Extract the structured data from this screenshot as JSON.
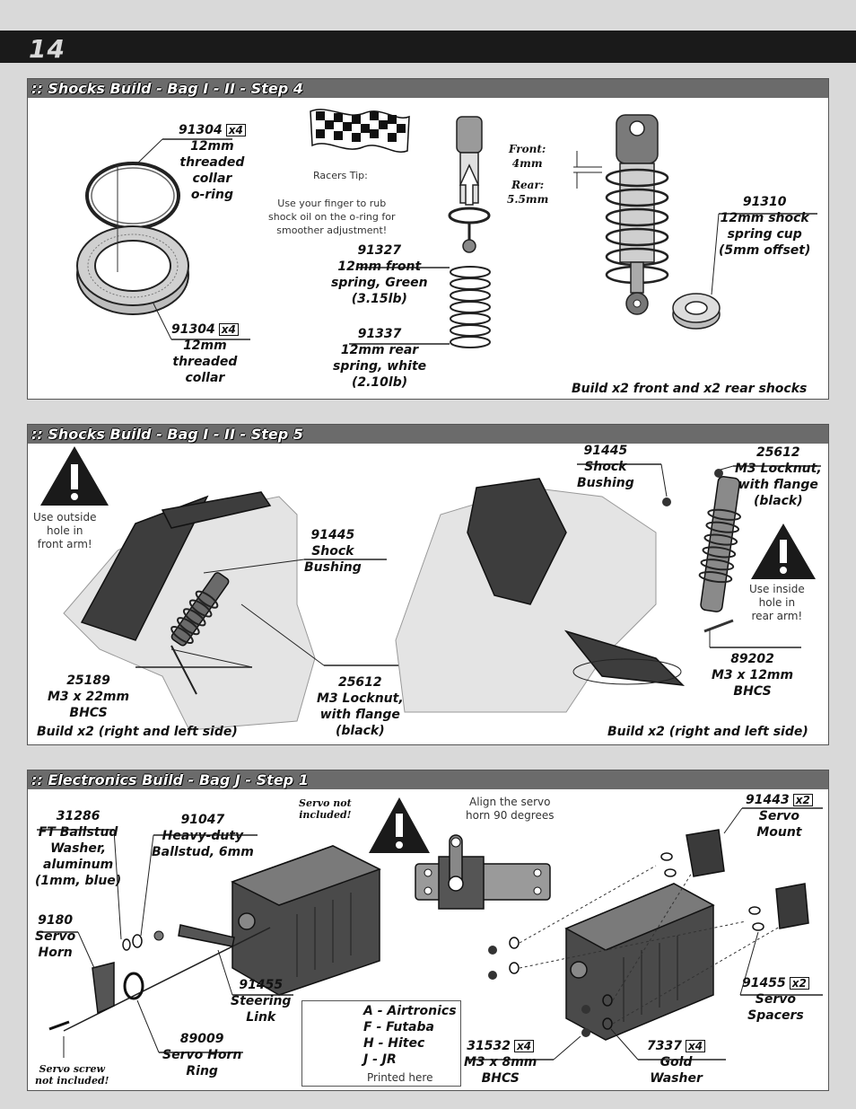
{
  "page": {
    "number": "14"
  },
  "step4": {
    "title": ":: Shocks Build - Bag I - II - Step 4",
    "oring": {
      "num": "91304",
      "qty": "x4",
      "lines": [
        "12mm",
        "threaded",
        "collar",
        "o-ring"
      ]
    },
    "collar": {
      "num": "91304",
      "qty": "x4",
      "lines": [
        "12mm",
        "threaded",
        "collar"
      ]
    },
    "tip": {
      "title": "Racers Tip:",
      "lines": [
        "Use your finger to rub",
        "shock oil on the o-ring for",
        "smoother adjustment!"
      ]
    },
    "front_spring": {
      "num": "91327",
      "lines": [
        "12mm front",
        "spring, Green",
        "(3.15lb)"
      ]
    },
    "rear_spring": {
      "num": "91337",
      "lines": [
        "12mm rear",
        "spring, white",
        "(2.10lb)"
      ]
    },
    "front_gap": {
      "label": "Front:",
      "value": "4mm"
    },
    "rear_gap": {
      "label": "Rear:",
      "value": "5.5mm"
    },
    "spring_cup": {
      "num": "91310",
      "lines": [
        "12mm shock",
        "spring cup",
        "(5mm offset)"
      ]
    },
    "footer": "Build x2 front and x2 rear shocks"
  },
  "step5": {
    "title": ":: Shocks Build - Bag I - II - Step 5",
    "warn_left": [
      "Use outside",
      "hole in",
      "front arm!"
    ],
    "warn_right": [
      "Use inside",
      "hole in",
      "rear arm!"
    ],
    "bushing_left": {
      "num": "91445",
      "lines": [
        "Shock",
        "Bushing"
      ]
    },
    "bushing_right": {
      "num": "91445",
      "lines": [
        "Shock",
        "Bushing"
      ]
    },
    "locknut_right": {
      "num": "25612",
      "lines": [
        "M3 Locknut,",
        "with flange",
        "(black)"
      ]
    },
    "locknut_left": {
      "num": "25612",
      "lines": [
        "M3 Locknut,",
        "with flange",
        "(black)"
      ]
    },
    "bhcs_22": {
      "num": "25189",
      "lines": [
        "M3 x 22mm",
        "BHCS"
      ]
    },
    "bhcs_12": {
      "num": "89202",
      "lines": [
        "M3 x 12mm",
        "BHCS"
      ]
    },
    "footer_left": "Build x2 (right and left side)",
    "footer_right": "Build x2 (right and left side)"
  },
  "elec": {
    "title": ":: Electronics Build - Bag J - Step 1",
    "ballstud_washer": {
      "num": "31286",
      "lines": [
        "FT Ballstud",
        "Washer,",
        "aluminum",
        "(1mm, blue)"
      ]
    },
    "ballstud": {
      "num": "91047",
      "lines": [
        "Heavy-duty",
        "Ballstud, 6mm"
      ]
    },
    "servo_not": [
      "Servo not",
      "included!"
    ],
    "align_note": [
      "Align the servo",
      "horn 90 degrees"
    ],
    "servo_mount": {
      "num": "91443",
      "qty": "x2",
      "lines": [
        "Servo",
        "Mount"
      ]
    },
    "servo_horn": {
      "num": "9180",
      "lines": [
        "Servo",
        "Horn"
      ]
    },
    "steering_link": {
      "num": "91455",
      "lines": [
        "Steering",
        "Link"
      ]
    },
    "horn_ring": {
      "num": "89009",
      "lines": [
        "Servo Horn",
        "Ring"
      ]
    },
    "screw_not": [
      "Servo screw",
      "not included!"
    ],
    "legend": {
      "lines": [
        "A - Airtronics",
        "F - Futaba",
        "H - Hitec",
        "J - JR"
      ],
      "printed": "Printed here"
    },
    "bhcs_8": {
      "num": "31532",
      "qty": "x4",
      "lines": [
        "M3 x 8mm",
        "BHCS"
      ]
    },
    "gold_washer": {
      "num": "7337",
      "qty": "x4",
      "lines": [
        "Gold",
        "Washer"
      ]
    },
    "spacers": {
      "num": "91455",
      "qty": "x2",
      "lines": [
        "Servo",
        "Spacers"
      ]
    }
  }
}
